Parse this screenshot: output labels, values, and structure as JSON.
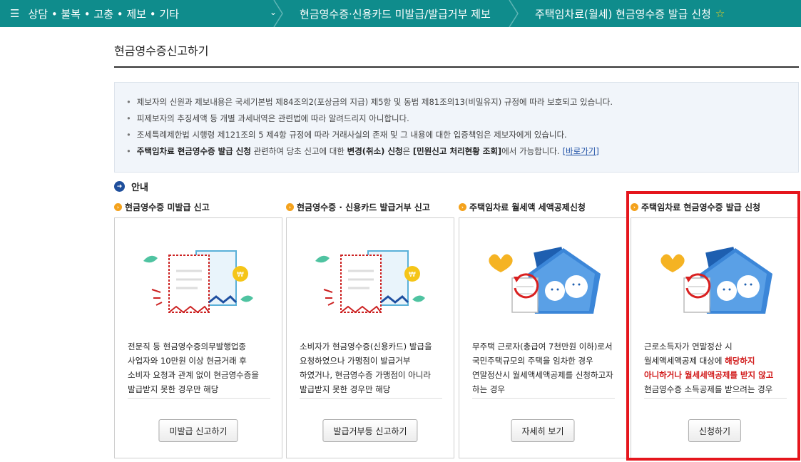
{
  "breadcrumb": {
    "menu_label": "상담 • 불복 • 고충 • 제보 • 기타",
    "level2": "현금영수증·신용카드 미발급/발급거부 제보",
    "level3": "주택임차료(월세) 현금영수증 발급 신청"
  },
  "page_title": "현금영수증신고하기",
  "notice": {
    "line1": "제보자의 신원과 제보내용은 국세기본법 제84조의2(포상금의 지급) 제5항 및 동법 제81조의13(비밀유지) 규정에 따라 보호되고 있습니다.",
    "line2": "피제보자의 추징세액 등 개별 과세내역은 관련법에 따라 알려드리지 아니합니다.",
    "line3": "조세특례제한법 시행령 제121조의 5 제4항 규정에 따라 거래사실의 존재 및 그 내용에 대한 입증책임은 제보자에게 있습니다.",
    "line4_bold1": "주택임차료 현금영수증 발급 신청",
    "line4_text1": " 관련하여 당초 신고에 대한 ",
    "line4_bold2": "변경(취소) 신청",
    "line4_text2": "은 ",
    "line4_bold3": "[민원신고 처리현황 조회]",
    "line4_text3": "에서 가능합니다.",
    "link": "[바로가기]"
  },
  "section_heading": "안내",
  "cards": [
    {
      "title": "현금영수증 미발급 신고",
      "desc": "전문직 등 현금영수증의무발행업종 사업자와 10만원 이상 현금거래 후 소비자 요청과 관계 없이 현금영수증을 발급받지 못한 경우만 해당",
      "button": "미발급 신고하기"
    },
    {
      "title": "현금영수증 · 신용카드 발급거부 신고",
      "desc": "소비자가 현금영수증(신용카드) 발급을 요청하였으나 가맹점이 발급거부 하였거나, 현금영수증 가맹점이 아니라 발급받지 못한 경우만 해당",
      "button": "발급거부등 신고하기"
    },
    {
      "title": "주택임차료 월세액 세액공제신청",
      "desc": "무주택 근로자(총급여 7천만원 이하)로서 국민주택규모의 주택을 임차한 경우 연말정산시 월세액세액공제를 신청하고자 하는 경우",
      "button": "자세히 보기"
    },
    {
      "title": "주택임차료 현금영수증 발급 신청",
      "desc_pre": "근로소득자가 연말정산 시 월세액세액공제 대상에 ",
      "desc_em": "해당하지 아니하거나 월세세액공제를 받지 않고",
      "desc_post": " 현금영수증 소득공제를 받으려는 경우",
      "button": "신청하기"
    }
  ],
  "colors": {
    "topbar": "#0f8c8c",
    "highlight": "#e5161d",
    "accent_red": "#d11a1a"
  }
}
